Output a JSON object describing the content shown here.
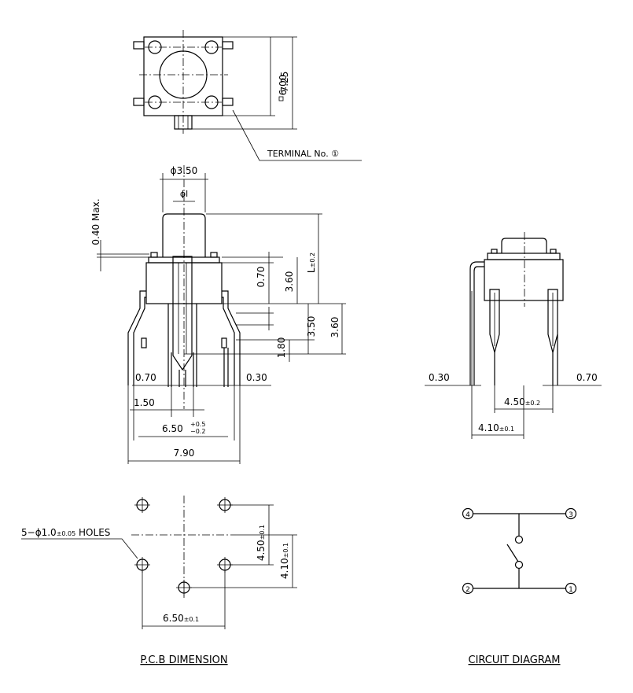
{
  "top_view": {
    "dim_square": "6.00",
    "dim_overall": "7.25",
    "terminal_label": "TERMINAL No. ①"
  },
  "side_view": {
    "stem_dia": "ϕ3.50",
    "stem_inner": "ϕl",
    "dim_040max": "0.40 Max.",
    "dim_L": "L",
    "dim_L_tol": "±0.2",
    "dim_070_v": "0.70",
    "dim_360_a": "3.60",
    "dim_350": "3.50",
    "dim_360_b": "3.60",
    "dim_180": "1.80",
    "dim_070_h": "0.70",
    "dim_030_h": "0.30",
    "dim_150": "1.50",
    "dim_650": "6.50",
    "dim_650_tol_up": "+0.5",
    "dim_650_tol_dn": "−0.2",
    "dim_790": "7.90"
  },
  "front_view": {
    "dim_030": "0.30",
    "dim_070": "0.70",
    "dim_450": "4.50",
    "dim_450_tol": "±0.2",
    "dim_410": "4.10",
    "dim_410_tol": "±0.1"
  },
  "pcb": {
    "holes_label": "5−ϕ1.0",
    "holes_tol": "±0.05",
    "holes_suffix": " HOLES",
    "dim_450": "4.50",
    "dim_450_tol": "±0.1",
    "dim_410": "4.10",
    "dim_410_tol": "±0.1",
    "dim_650": "6.50",
    "dim_650_tol": "±0.1",
    "caption": "P.C.B DIMENSION"
  },
  "circuit": {
    "pin1": "1",
    "pin2": "2",
    "pin3": "3",
    "pin4": "4",
    "caption": "CIRCUIT DIAGRAM"
  }
}
